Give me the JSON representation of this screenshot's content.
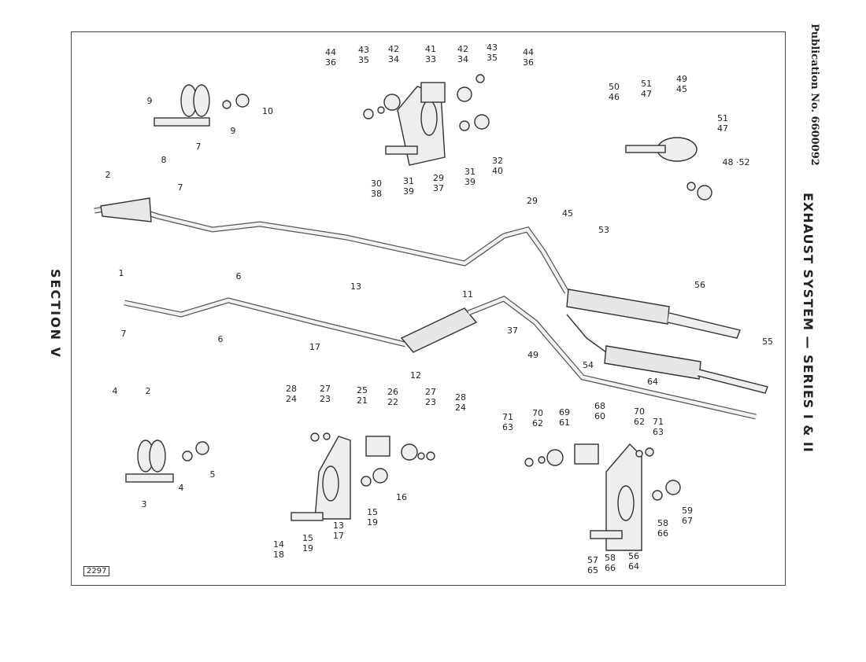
{
  "section_label": "SECTION V",
  "publication": "Publication No. 6600092",
  "title": "EXHAUST SYSTEM — SERIES I & II",
  "figure_number": "2297",
  "callouts": [
    "9",
    "10",
    "9",
    "7",
    "8",
    "44\n36",
    "43\n35",
    "42\n34",
    "41\n33",
    "42\n34",
    "43\n35",
    "44\n36",
    "32\n40",
    "31\n39",
    "29\n37",
    "31\n39",
    "30\n38",
    "50\n46",
    "51\n47",
    "49\n45",
    "51\n47",
    "48 ·52",
    "2",
    "7",
    "1",
    "6",
    "13",
    "11",
    "29",
    "45",
    "53",
    "56",
    "55",
    "7",
    "6",
    "17",
    "12",
    "37",
    "49",
    "54",
    "64",
    "4",
    "2",
    "5",
    "4",
    "3",
    "28\n24",
    "27\n23",
    "25\n21",
    "26\n22",
    "27\n23",
    "28\n24",
    "16",
    "15\n19",
    "13\n17",
    "14\n18",
    "15\n19",
    "71\n63",
    "70\n62",
    "69\n61",
    "68\n60",
    "70\n62",
    "71\n63",
    "59\n67",
    "58\n66",
    "57\n65",
    "58\n66",
    "56\n64"
  ]
}
